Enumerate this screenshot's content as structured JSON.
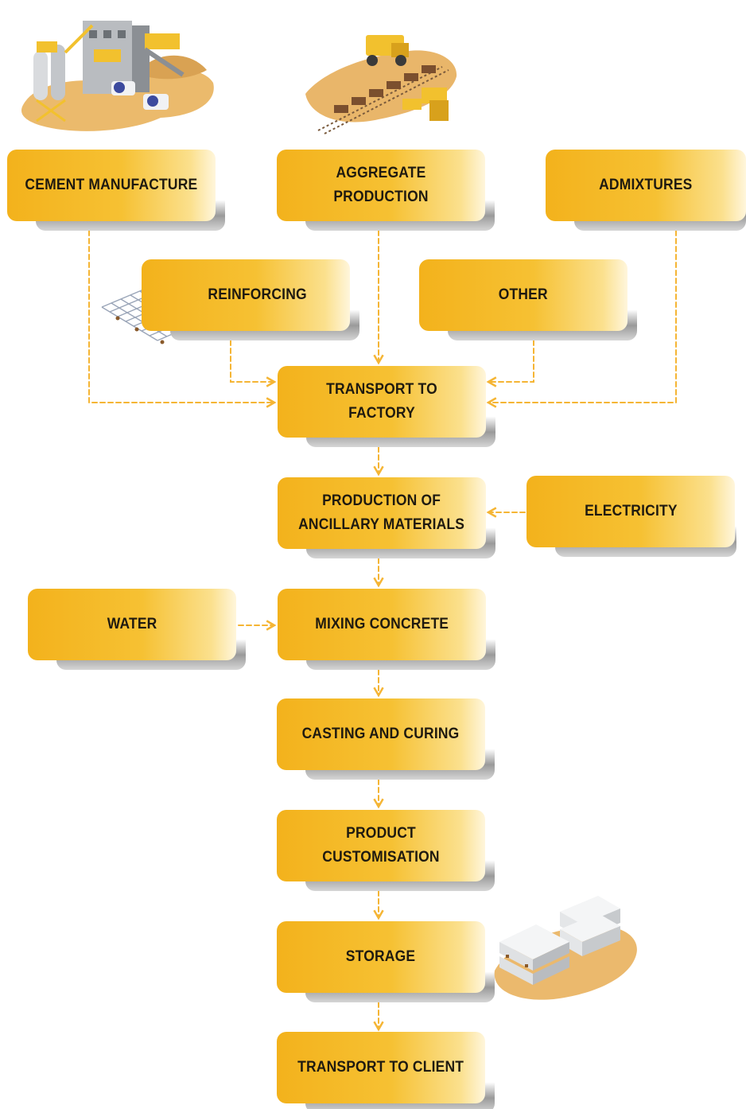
{
  "diagram": {
    "type": "flowchart",
    "theme": {
      "box_color": "#f4b521",
      "connector_color": "#f5b534",
      "text_color": "#1f1a10"
    },
    "nodes": {
      "cement": "CEMENT MANUFACTURE",
      "aggregate": "AGGREGATE PRODUCTION",
      "admixtures": "ADMIXTURES",
      "reinforcing": "REINFORCING",
      "other": "OTHER",
      "transport_factory": "TRANSPORT TO FACTORY",
      "ancillary": "PRODUCTION OF\nANCILLARY MATERIALS",
      "electricity": "ELECTRICITY",
      "water": "WATER",
      "mixing": "MIXING CONCRETE",
      "casting": "CASTING AND CURING",
      "customisation": "PRODUCT CUSTOMISATION",
      "storage": "STORAGE",
      "transport_client": "TRANSPORT TO CLIENT"
    },
    "edges": [
      {
        "from": "cement",
        "to": "transport_factory"
      },
      {
        "from": "aggregate",
        "to": "transport_factory"
      },
      {
        "from": "admixtures",
        "to": "transport_factory"
      },
      {
        "from": "reinforcing",
        "to": "transport_factory"
      },
      {
        "from": "other",
        "to": "transport_factory"
      },
      {
        "from": "transport_factory",
        "to": "ancillary"
      },
      {
        "from": "electricity",
        "to": "ancillary"
      },
      {
        "from": "ancillary",
        "to": "mixing"
      },
      {
        "from": "water",
        "to": "mixing"
      },
      {
        "from": "mixing",
        "to": "casting"
      },
      {
        "from": "casting",
        "to": "customisation"
      },
      {
        "from": "customisation",
        "to": "storage"
      },
      {
        "from": "storage",
        "to": "transport_client"
      }
    ],
    "illustrations": [
      "cement-plant-icon",
      "quarry-icon",
      "rebar-mesh-icon",
      "precast-storage-icon"
    ]
  }
}
